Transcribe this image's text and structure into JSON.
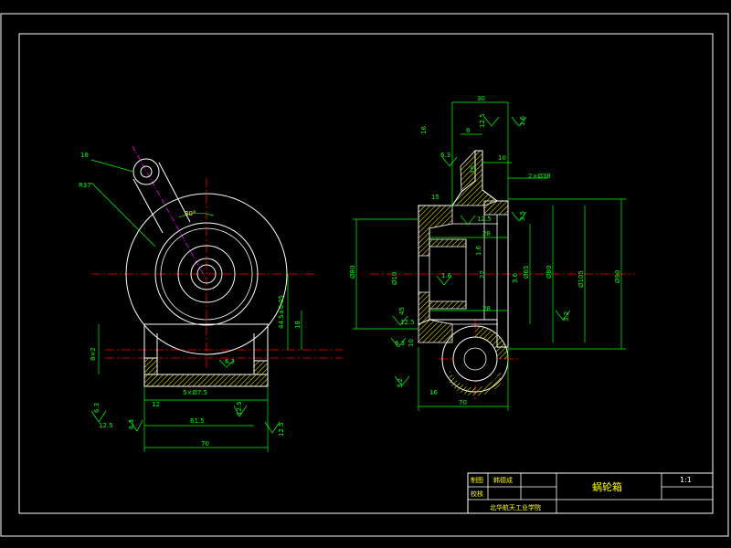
{
  "drawing": {
    "colors": {
      "background": "#000000",
      "outline": "#ffffff",
      "dimension": "#00ff00",
      "centerline": "#ff0000",
      "hatch": "#ffff00",
      "hidden": "#ff00ff",
      "title_text": "#ffff00"
    },
    "left_view": {
      "dims": {
        "r18": "18",
        "r37": "R37",
        "angle30": "30°",
        "r6_3": "6.3",
        "d44": "44.5±0.05",
        "d18": "18",
        "d2x2": "8×2",
        "d12": "12",
        "d5x": "5×Ø7.5",
        "d61": "61.5",
        "d70": "70",
        "d12_5a": "12.5",
        "d12_5b": "12.5",
        "d6_3a": "6.3",
        "d6_3b": "6.3",
        "d12_5c": "12.5"
      }
    },
    "right_view": {
      "dims": {
        "top30": "30",
        "d6": "6",
        "d12_5": "12.5",
        "d1_6": "1.6",
        "d10": "10",
        "d6_3": "6.3",
        "d16": "16",
        "d2x": "2×Ø38",
        "d15": "15",
        "d3_5": "3.5",
        "d28": "28",
        "d6_3b": "6.3",
        "d12_5b": "12.5",
        "d1_6b": "1.6",
        "d22": "22",
        "d65": "Ø65",
        "d80": "Ø80",
        "d105": "Ø105",
        "d90": "Ø90",
        "d10b": "Ø10",
        "d15b": "15",
        "d3_2": "3.2",
        "d3_2b": "3.2",
        "d70": "70",
        "d16b": "16",
        "d6_3c": "6.3",
        "d45": "45",
        "d10c": "10",
        "d3_6": "3.6",
        "d28b": "28",
        "d1_6c": "1.6",
        "d80b": "Ø80",
        "d12_5d": "12.5"
      }
    },
    "title_block": {
      "label_drawn": "制图",
      "label_checked": "校核",
      "name_drawn": "韩德成",
      "part_name": "蜗轮箱",
      "scale": "1:1",
      "school": "北华航天工业学院"
    }
  }
}
